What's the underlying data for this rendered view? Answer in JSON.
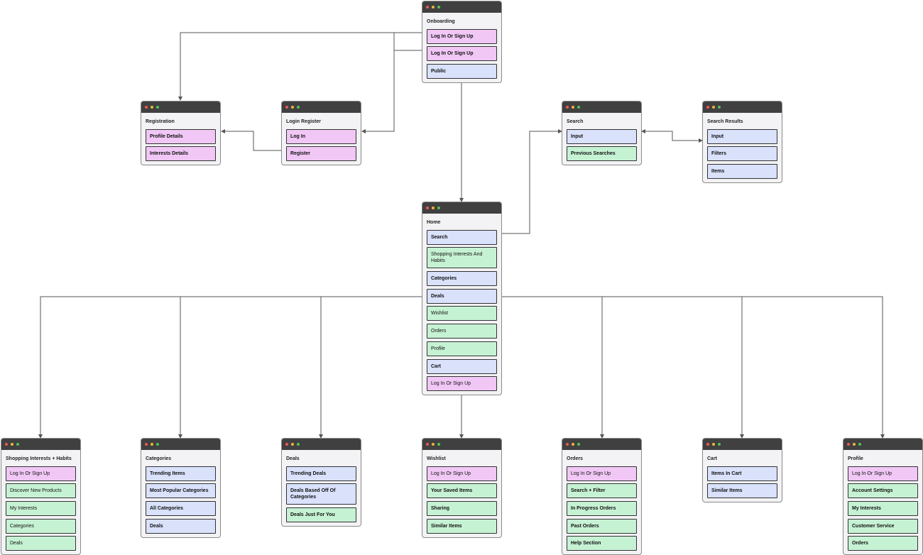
{
  "cards": [
    {
      "id": "onboarding",
      "title": "Onboarding",
      "items": [
        {
          "label": "Log In Or Sign Up",
          "color": "pink",
          "bold": true
        },
        {
          "label": "Log In Or Sign Up",
          "color": "pink",
          "bold": true
        },
        {
          "label": "Public",
          "color": "blue",
          "bold": true
        }
      ]
    },
    {
      "id": "registration",
      "title": "Registration",
      "items": [
        {
          "label": "Profile Details",
          "color": "pink",
          "bold": true
        },
        {
          "label": "Interests Details",
          "color": "pink",
          "bold": true
        }
      ]
    },
    {
      "id": "login-register",
      "title": "Login Register",
      "items": [
        {
          "label": "Log In",
          "color": "pink",
          "bold": true
        },
        {
          "label": "Register",
          "color": "pink",
          "bold": true
        }
      ]
    },
    {
      "id": "search",
      "title": "Search",
      "items": [
        {
          "label": "Input",
          "color": "blue",
          "bold": true
        },
        {
          "label": "Previous Searches",
          "color": "green",
          "bold": true
        }
      ]
    },
    {
      "id": "search-results",
      "title": "Search Results",
      "items": [
        {
          "label": "Input",
          "color": "blue",
          "bold": true
        },
        {
          "label": "Filters",
          "color": "blue",
          "bold": true
        },
        {
          "label": "Items",
          "color": "blue",
          "bold": true
        }
      ]
    },
    {
      "id": "home",
      "title": "Home",
      "items": [
        {
          "label": "Search",
          "color": "blue",
          "bold": true
        },
        {
          "label": "Shopping Interests And Habits",
          "color": "green",
          "bold": false
        },
        {
          "label": "Categories",
          "color": "blue",
          "bold": true
        },
        {
          "label": "Deals",
          "color": "blue",
          "bold": true
        },
        {
          "label": "Wishlist",
          "color": "green",
          "bold": false
        },
        {
          "label": "Orders",
          "color": "green",
          "bold": false
        },
        {
          "label": "Profile",
          "color": "green",
          "bold": false
        },
        {
          "label": "Cart",
          "color": "blue",
          "bold": true
        },
        {
          "label": "Log In Or Sign Up",
          "color": "pink",
          "bold": false
        }
      ]
    },
    {
      "id": "shopping-interests",
      "title": "Shopping Interests + Habits",
      "items": [
        {
          "label": "Log In Or Sign Up",
          "color": "pink",
          "bold": false
        },
        {
          "label": "Discover New Products",
          "color": "green",
          "bold": false
        },
        {
          "label": "My Interests",
          "color": "green",
          "bold": false
        },
        {
          "label": "Categories",
          "color": "green",
          "bold": false
        },
        {
          "label": "Deals",
          "color": "green",
          "bold": false
        }
      ]
    },
    {
      "id": "categories",
      "title": "Categories",
      "items": [
        {
          "label": "Trending Items",
          "color": "blue",
          "bold": true
        },
        {
          "label": "Most Popular Categories",
          "color": "blue",
          "bold": true
        },
        {
          "label": "All Categories",
          "color": "blue",
          "bold": true
        },
        {
          "label": "Deals",
          "color": "blue",
          "bold": true
        }
      ]
    },
    {
      "id": "deals",
      "title": "Deals",
      "items": [
        {
          "label": "Trending Deals",
          "color": "blue",
          "bold": true
        },
        {
          "label": "Deals Based Off Of Categories",
          "color": "blue",
          "bold": true
        },
        {
          "label": "Deals Just For You",
          "color": "green",
          "bold": true
        }
      ]
    },
    {
      "id": "wishlist",
      "title": "Wishlist",
      "items": [
        {
          "label": "Log In Or Sign Up",
          "color": "pink",
          "bold": false
        },
        {
          "label": "Your Saved Items",
          "color": "green",
          "bold": true
        },
        {
          "label": "Sharing",
          "color": "green",
          "bold": true
        },
        {
          "label": "Similar Items",
          "color": "green",
          "bold": true
        }
      ]
    },
    {
      "id": "orders",
      "title": "Orders",
      "items": [
        {
          "label": "Log In Or Sign Up",
          "color": "pink",
          "bold": false
        },
        {
          "label": "Search + Filter",
          "color": "green",
          "bold": true
        },
        {
          "label": "In Progress Orders",
          "color": "green",
          "bold": true
        },
        {
          "label": "Past Orders",
          "color": "green",
          "bold": true
        },
        {
          "label": "Help Section",
          "color": "green",
          "bold": true
        }
      ]
    },
    {
      "id": "cart",
      "title": "Cart",
      "items": [
        {
          "label": "Items In Cart",
          "color": "blue",
          "bold": true
        },
        {
          "label": "Similar Items",
          "color": "blue",
          "bold": true
        }
      ]
    },
    {
      "id": "profile",
      "title": "Profile",
      "items": [
        {
          "label": "Log In Or Sign Up",
          "color": "pink",
          "bold": false
        },
        {
          "label": "Account Settings",
          "color": "green",
          "bold": true
        },
        {
          "label": "My Interests",
          "color": "green",
          "bold": true
        },
        {
          "label": "Customer Service",
          "color": "green",
          "bold": true
        },
        {
          "label": "Orders",
          "color": "green",
          "bold": true
        }
      ]
    }
  ],
  "colors": {
    "pink": "#f0c7f5",
    "blue": "#d9e1fb",
    "green": "#c6f2d4",
    "titlebar": "#404040",
    "connector": "#555555"
  }
}
